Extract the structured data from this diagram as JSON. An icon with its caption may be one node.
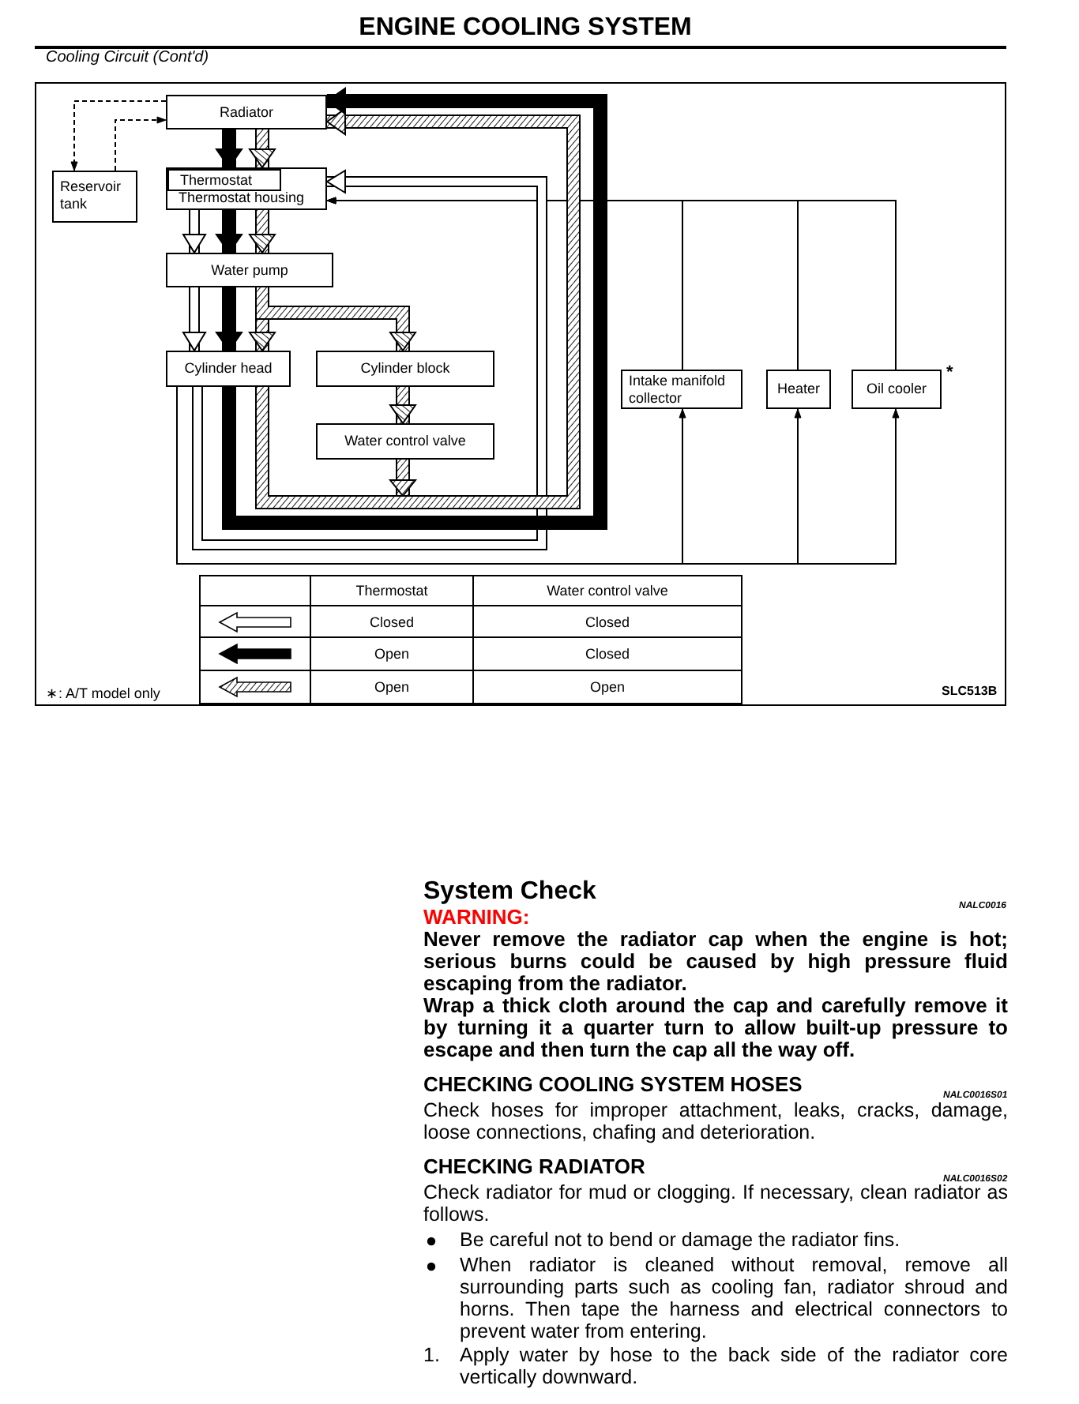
{
  "diagram": {
    "title": "ENGINE COOLING SYSTEM",
    "nodes": [
      {
        "text": [
          "Radiator"
        ]
      },
      {
        "text": [
          "Reservoir tank"
        ]
      },
      {
        "text": [
          "Thermostat housing"
        ]
      },
      {
        "text": [
          "Thermostat"
        ],
        "in": 2
      },
      {
        "text": [
          "Water pump"
        ]
      },
      {
        "text": [
          "Cylinder head"
        ]
      },
      {
        "text": [
          "Cylinder block"
        ]
      },
      {
        "text": [
          "Water control valve"
        ]
      },
      {
        "text": [
          "Intake manifold collector"
        ]
      },
      {
        "text": [
          "Heater"
        ]
      },
      {
        "text": [
          "Oil cooler"
        ],
        "beside": [
          "*"
        ]
      }
    ],
    "edges": [
      {
        "from": 0,
        "to": 1,
        "arrow": "to",
        "style": "dashed"
      },
      {
        "from": 1,
        "to": 0,
        "arrow": "to",
        "style": "dashed"
      },
      {
        "from": 0,
        "to": 3,
        "arrow": "to",
        "style": "thick",
        "color": "#000000"
      },
      {
        "from": 0,
        "to": 3,
        "arrow": "to",
        "style": "thick"
      },
      {
        "from": 2,
        "to": 4,
        "arrow": "to",
        "style": "thick",
        "color": "#ffffff"
      },
      {
        "from": 2,
        "to": 4,
        "arrow": "to",
        "style": "thick",
        "color": "#000000"
      },
      {
        "from": 2,
        "to": 4,
        "arrow": "to",
        "style": "thick"
      },
      {
        "from": 4,
        "to": 5,
        "arrow": "to",
        "style": "thick",
        "color": "#ffffff"
      },
      {
        "from": 4,
        "to": 5,
        "arrow": "to",
        "style": "thick",
        "color": "#000000"
      },
      {
        "from": 4,
        "to": 5,
        "arrow": "to",
        "style": "thick"
      },
      {
        "from": 4,
        "to": 6,
        "arrow": "to",
        "style": "thick"
      },
      {
        "from": 6,
        "to": 7,
        "arrow": "to",
        "style": "thick"
      },
      {
        "from": 7,
        "to": 0,
        "arrow": "to",
        "style": "thick"
      },
      {
        "from": 5,
        "to": 0,
        "arrow": "to",
        "style": "thick"
      },
      {
        "from": 5,
        "to": 0,
        "arrow": "to",
        "style": "thick",
        "color": "#000000"
      },
      {
        "from": 5,
        "to": 2,
        "arrow": "to",
        "style": "thick",
        "color": "#ffffff"
      },
      {
        "from": 5,
        "to": 8,
        "arrow": "to"
      },
      {
        "from": 5,
        "to": 9,
        "arrow": "to"
      },
      {
        "from": 5,
        "to": 10,
        "arrow": "to"
      },
      {
        "from": 8,
        "to": 2,
        "arrow": "to"
      },
      {
        "from": 9,
        "to": 2,
        "arrow": "to"
      },
      {
        "from": 10,
        "to": 2,
        "arrow": "to"
      }
    ],
    "labels": [
      "Cooling Circuit (Cont'd)",
      "Thermostat",
      "Water control valve",
      "Closed",
      "Closed",
      "Open",
      "Closed",
      "Open",
      "Open",
      "∗: A/T model only",
      "SLC513B",
      "System Check",
      "NALC0016",
      "WARNING:",
      "Never remove the radiator cap when the engine is hot; serious burns could be caused by high pressure fluid escaping from the radiator.",
      "Wrap a thick cloth around the cap and carefully remove it by turning it a quarter turn to allow built-up pressure to escape and then turn the cap all the way off.",
      "CHECKING COOLING SYSTEM HOSES",
      "NALC0016S01",
      "Check hoses for improper attachment, leaks, cracks, damage, loose connections, chafing and deterioration.",
      "CHECKING RADIATOR",
      "NALC0016S02",
      "Check radiator for mud or clogging. If necessary, clean radiator as follows.",
      "Be careful not to bend or damage the radiator fins.",
      "When radiator is cleaned without removal, remove all surrounding parts such as cooling fan, radiator shroud and horns. Then tape the harness and electrical connectors to prevent water from entering.",
      "1.",
      "Apply water by hose to the back side of the radiator core vertically downward."
    ]
  }
}
